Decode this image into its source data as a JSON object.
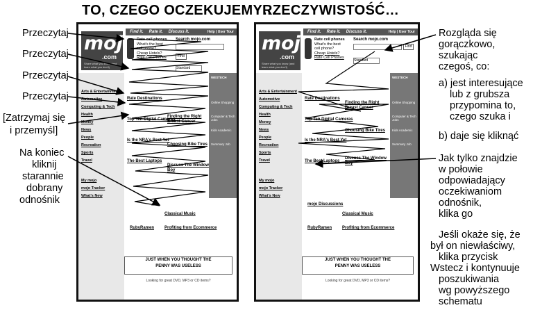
{
  "headings": {
    "left": "TO, CZEGO OCZEKUJEMY…",
    "right": "RZECZYWISTOŚĆ…"
  },
  "left_labels": {
    "read1": "Przeczytaj",
    "read2": "Przeczytaj",
    "read3": "Przeczytaj",
    "read4": "Przeczytaj",
    "stop_line1": "[Zatrzymaj się",
    "stop_line2": "i przemyśl]",
    "click_line1": "Na koniec",
    "click_line2": "kliknij",
    "click_line3": "starannie",
    "click_line4": "dobrany",
    "click_line5": "odnośnik"
  },
  "right_labels": {
    "scan_line1": "Rozgląda się",
    "scan_line2": "gorączkowo,",
    "scan_line3": "szukając",
    "scan_line4": "czegoś, co:",
    "a_line1": "a) jest interesujące",
    "a_line2": "lub z grubsza",
    "a_line3": "przypomina to,",
    "a_line4": "czego szuka i",
    "b_line1": "b) daje się kliknąć",
    "found_line1": "Jak tylko znajdzie",
    "found_line2": "w połowie",
    "found_line3": "odpowiadający",
    "found_line4": "oczekiwaniom",
    "found_line5": "odnośnik,",
    "found_line6": "klika go",
    "wrong_line1": "Jeśli okaże się, że",
    "wrong_line2": "był on niewłaściwy,",
    "wrong_line3": "klika przycisk",
    "wrong_line4": "Wstecz i kontynuuje",
    "wrong_line5": "poszukiwania",
    "wrong_line6": "wg powyższego",
    "wrong_line7": "schematu"
  },
  "screenshot": {
    "logo": "mojo",
    "logo_suffix": ".com",
    "tagline": "Share what you know (and learn what you don't)",
    "nav": [
      "Find it.",
      "Rate it.",
      "Discuss it."
    ],
    "help": "Help | User Tour",
    "search_title": "Search mojo.com",
    "find_button": "Find",
    "select_value": "Standard",
    "phone_headline": "Rate cell phones",
    "phone_lines": [
      "What's the best",
      "cell phone?",
      "Cheap Hotels?",
      "Rate Cell Phones"
    ],
    "categories": [
      "Arts & Entertainment",
      "Automotive",
      "Computing & Tech",
      "Health",
      "Money",
      "News",
      "People",
      "Recreation",
      "Sports",
      "Travel"
    ],
    "mid_links": [
      "Rate Destinations",
      "Top Ten Digital Cameras",
      "Finding the Right Breast Cancer",
      "Is the NRA's Best Yet",
      "Choosing Bike Tires",
      "The Best Laptops",
      "Discuss The Window Boy"
    ],
    "my_mojo": "My mojo",
    "tracker": "mojo Tracker",
    "whats_new": "What's New",
    "promo_title": "mojo Discussions",
    "classical": "Classical Music",
    "ruby": "RubyRamen",
    "profiting": "Profiting from Ecommerce",
    "penny_line1": "JUST WHEN YOU THOUGHT THE",
    "penny_line2": "PENNY WAS USELESS",
    "looking": "Looking for great DVD, MP3 or CD items?",
    "dark_col": [
      "WESTECH",
      "Online Shopping",
      "Computer & Tech Jobs",
      "Kids Academic",
      "Summary Job"
    ]
  }
}
